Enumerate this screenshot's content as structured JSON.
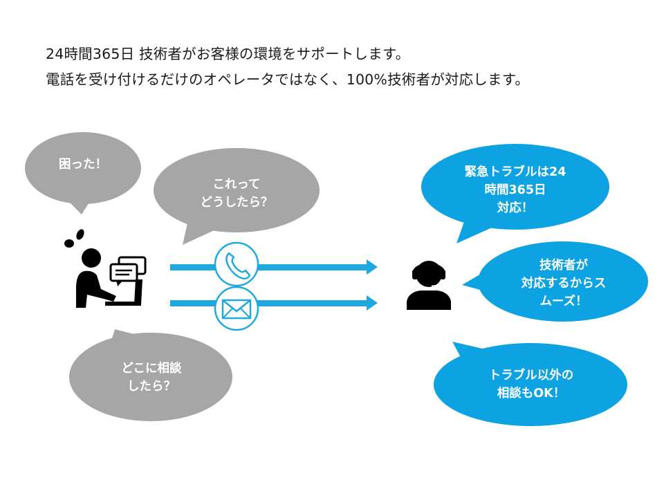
{
  "intro": {
    "line1": "24時間365日 技術者がお客様の環境をサポートします。",
    "line2": "電話を受け付けるだけのオペレータではなく、100%技術者が対応します。"
  },
  "customer_bubbles": {
    "komatta": "困った！",
    "korette": "これって\nどうしたら？",
    "dokoni": "どこに相談\nしたら？"
  },
  "support_bubbles": {
    "kinkyu": "緊急トラブルは24\n時間365日\n対応！",
    "gijutsusha": "技術者が\n対応するからス\nムーズ！",
    "igai": "トラブル以外の\n相談もOK！"
  },
  "colors": {
    "gray_bubble": "#a6a6a6",
    "blue_bubble": "#0da3e2",
    "arrow": "#1fa8e0",
    "icon_dark": "#000000",
    "text_on_bubble": "#ffffff"
  },
  "icons": {
    "customer": "worried-person-at-computer-icon",
    "support": "headset-operator-icon",
    "phone": "phone-icon",
    "mail": "envelope-icon"
  }
}
